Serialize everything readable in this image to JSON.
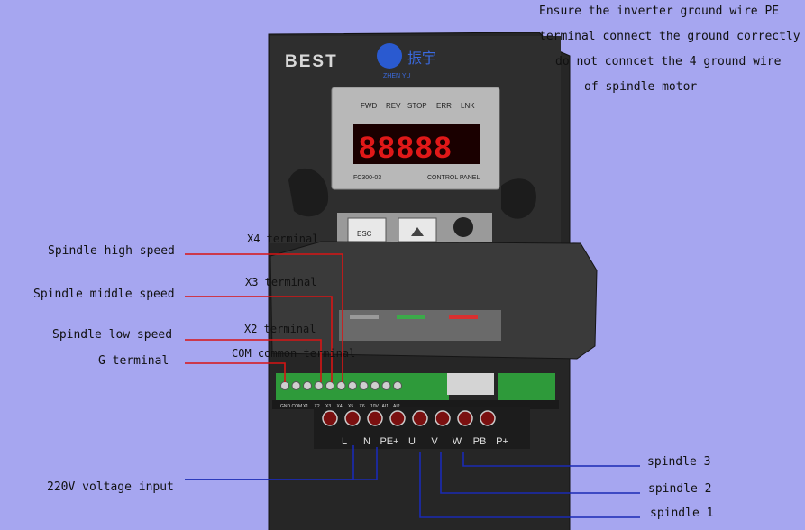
{
  "notes": [
    "Ensure the inverter ground wire PE",
    "terminal connect the ground correctly",
    "do not conncet the 4 ground wire",
    "of spindle motor"
  ],
  "left_labels": {
    "high": "Spindle high speed",
    "middle": "Spindle middle speed",
    "low": "Spindle low speed",
    "g": "G  terminal",
    "voltage": "220V  voltage input"
  },
  "terminal_labels": {
    "x4": "X4 terminal",
    "x3": "X3 terminal",
    "x2": "X2 terminal",
    "com": "COM common terminal"
  },
  "right_labels": {
    "s3": "spindle 3",
    "s2": "spindle 2",
    "s1": "spindle 1"
  },
  "device": {
    "brand": "BEST",
    "logo_text": "振宇",
    "logo_sub": "ZHEN YU",
    "indicators": [
      "FWD",
      "REV",
      "STOP",
      "ERR",
      "LNK"
    ],
    "display": "88888",
    "model": "FC300-03",
    "panel_label": "CONTROL PANEL",
    "esc": "ESC",
    "power_terminals": [
      "L",
      "N",
      "PE+",
      "U",
      "V",
      "W",
      "PB",
      "P+"
    ],
    "control_terminals": [
      "GND",
      "COM",
      "X1",
      "X2",
      "X3",
      "X4",
      "X5",
      "X6",
      "10V",
      "AI1",
      "AI2"
    ]
  },
  "colors": {
    "background": "#a6a6f0",
    "red_wire": "#d81414",
    "blue_wire": "#1a2ab4",
    "led": "#e01818",
    "terminal_block": "#2e9a3a"
  }
}
